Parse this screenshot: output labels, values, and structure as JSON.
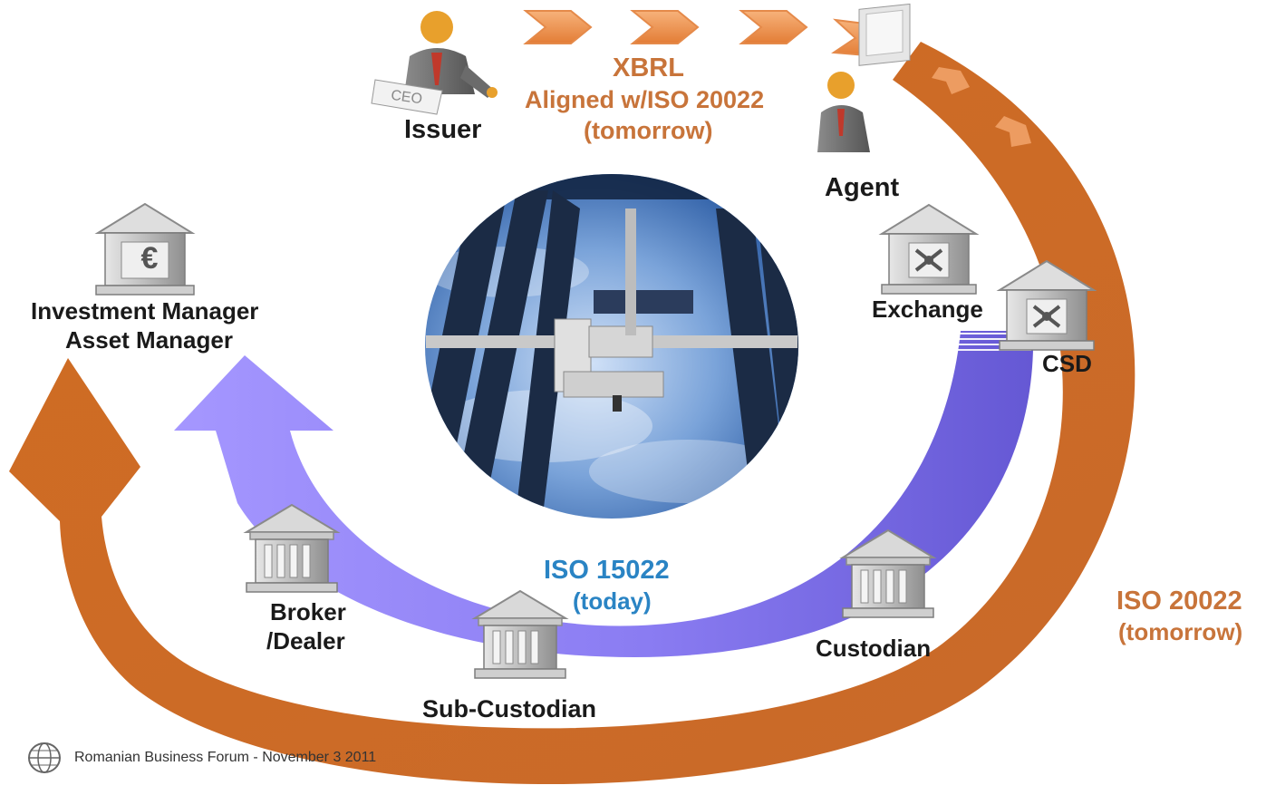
{
  "flows": {
    "xbrl": {
      "title": "XBRL",
      "line1": "Aligned w/ISO 20022",
      "line2": "(tomorrow)"
    },
    "iso15022": {
      "title": "ISO 15022",
      "subtitle": "(today)"
    },
    "iso20022": {
      "title": "ISO 20022",
      "subtitle": "(tomorrow)"
    }
  },
  "actors": {
    "issuer": {
      "label": "Issuer",
      "badge": "CEO"
    },
    "agent": {
      "label": "Agent"
    },
    "investment_manager": {
      "line1": "Investment Manager",
      "line2": "Asset Manager",
      "icon_glyph": "€"
    },
    "exchange": {
      "label": "Exchange"
    },
    "csd": {
      "label": "CSD"
    },
    "broker_dealer": {
      "line1": "Broker",
      "line2": "/Dealer"
    },
    "sub_custodian": {
      "label": "Sub-Custodian"
    },
    "custodian": {
      "label": "Custodian"
    }
  },
  "footer": {
    "text": "Romanian Business Forum - November 3 2011"
  },
  "colors": {
    "orange": "#d2722c",
    "orange_light": "#f6a46a",
    "purple": "#7b6ff0",
    "purple_light": "#a79cff",
    "text_orange": "#c8743a",
    "text_blue": "#2a84c4",
    "building": "#b9b9b9"
  }
}
